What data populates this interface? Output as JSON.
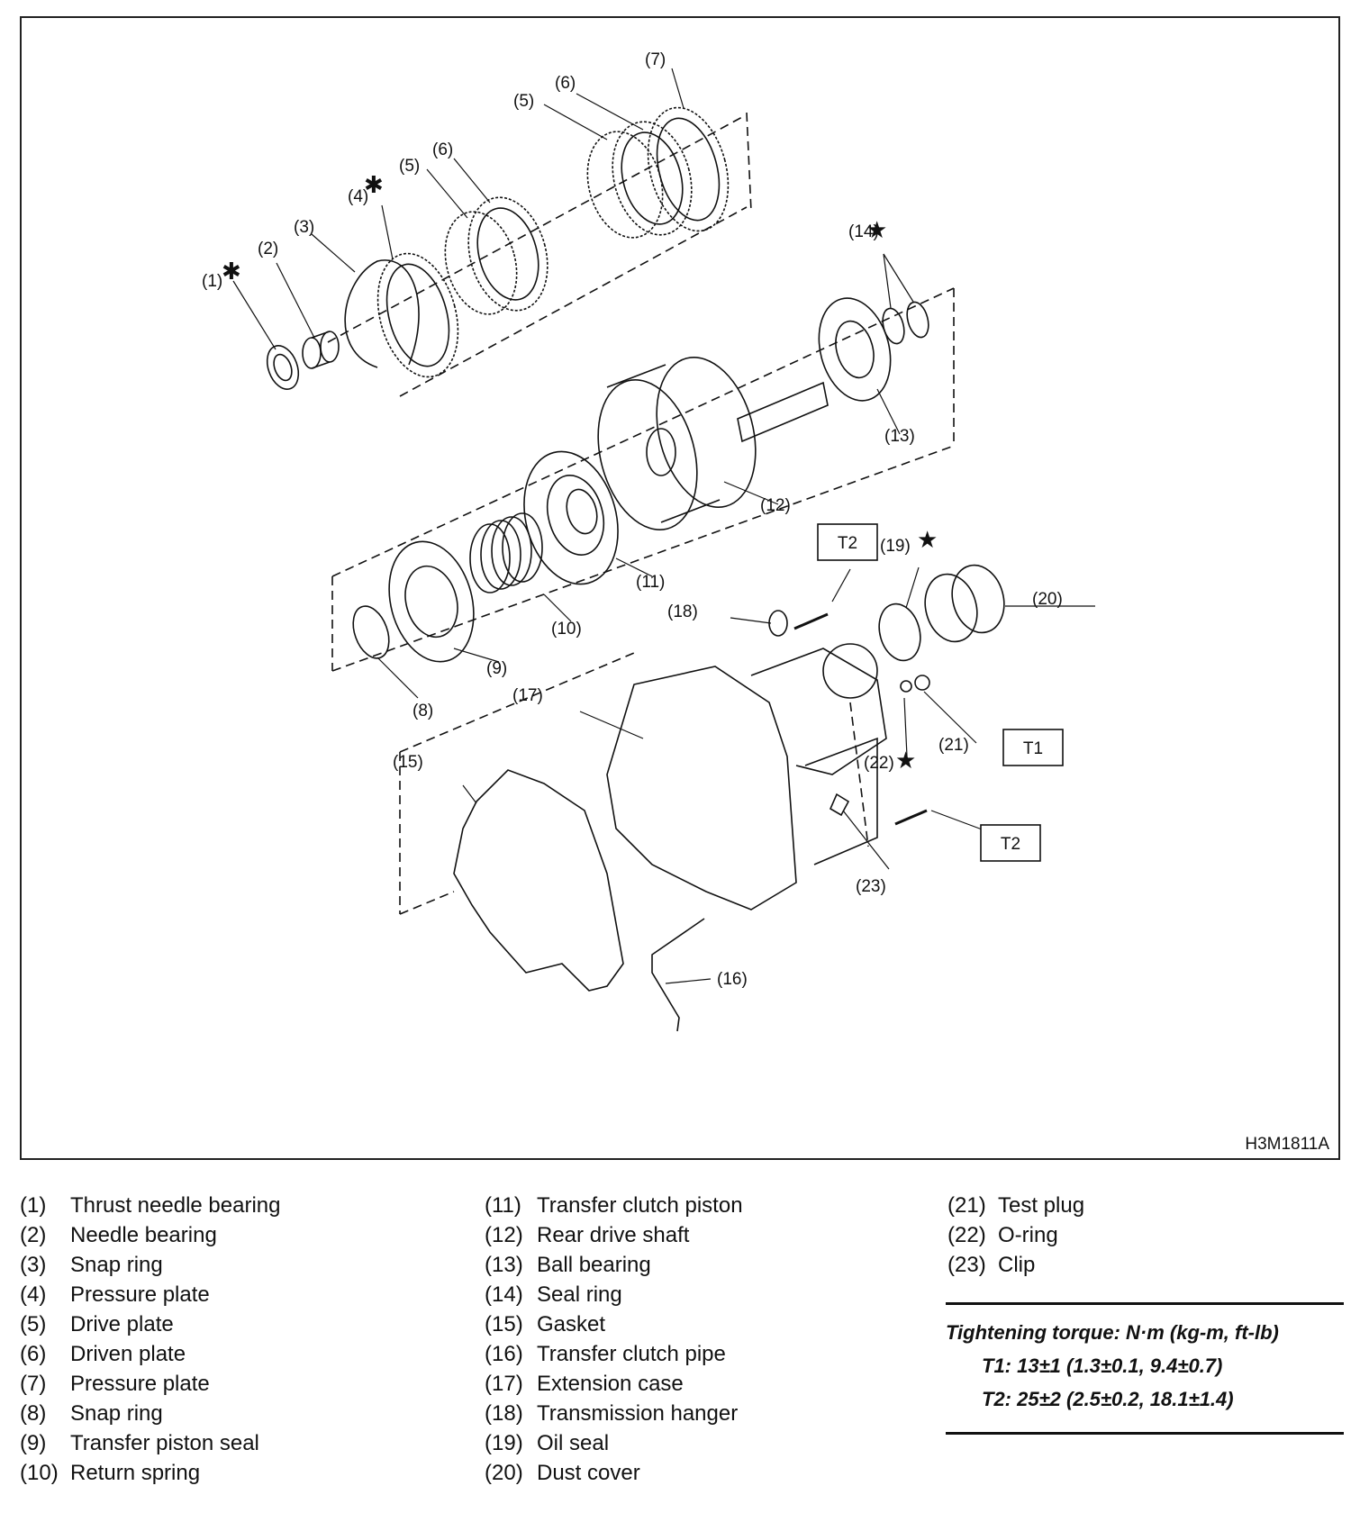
{
  "figure_code": "H3M1811A",
  "callouts": [
    "(1)",
    "(2)",
    "(3)",
    "(4)",
    "(5)",
    "(6)",
    "(5)",
    "(6)",
    "(7)",
    "(8)",
    "(9)",
    "(10)",
    "(11)",
    "(12)",
    "(13)",
    "(14)",
    "(15)",
    "(16)",
    "(17)",
    "(18)",
    "(19)",
    "(20)",
    "(21)",
    "(22)",
    "(23)"
  ],
  "torque_boxes": {
    "t1": "T1",
    "t2": "T2"
  },
  "marks": {
    "asterisk": "✱",
    "star": "★"
  },
  "legend": [
    {
      "num": "(1)",
      "name": "Thrust needle bearing"
    },
    {
      "num": "(2)",
      "name": "Needle bearing"
    },
    {
      "num": "(3)",
      "name": "Snap ring"
    },
    {
      "num": "(4)",
      "name": "Pressure plate"
    },
    {
      "num": "(5)",
      "name": "Drive plate"
    },
    {
      "num": "(6)",
      "name": "Driven plate"
    },
    {
      "num": "(7)",
      "name": "Pressure plate"
    },
    {
      "num": "(8)",
      "name": "Snap ring"
    },
    {
      "num": "(9)",
      "name": "Transfer piston seal"
    },
    {
      "num": "(10)",
      "name": "Return spring"
    },
    {
      "num": "(11)",
      "name": "Transfer clutch piston"
    },
    {
      "num": "(12)",
      "name": "Rear drive shaft"
    },
    {
      "num": "(13)",
      "name": "Ball bearing"
    },
    {
      "num": "(14)",
      "name": "Seal ring"
    },
    {
      "num": "(15)",
      "name": "Gasket"
    },
    {
      "num": "(16)",
      "name": "Transfer clutch pipe"
    },
    {
      "num": "(17)",
      "name": "Extension case"
    },
    {
      "num": "(18)",
      "name": "Transmission hanger"
    },
    {
      "num": "(19)",
      "name": "Oil seal"
    },
    {
      "num": "(20)",
      "name": "Dust cover"
    },
    {
      "num": "(21)",
      "name": "Test plug"
    },
    {
      "num": "(22)",
      "name": "O-ring"
    },
    {
      "num": "(23)",
      "name": "Clip"
    }
  ],
  "torque_spec": {
    "title": "Tightening torque: N·m (kg-m, ft-lb)",
    "t1": "T1: 13±1 (1.3±0.1, 9.4±0.7)",
    "t2": "T2: 25±2 (2.5±0.2, 18.1±1.4)"
  }
}
